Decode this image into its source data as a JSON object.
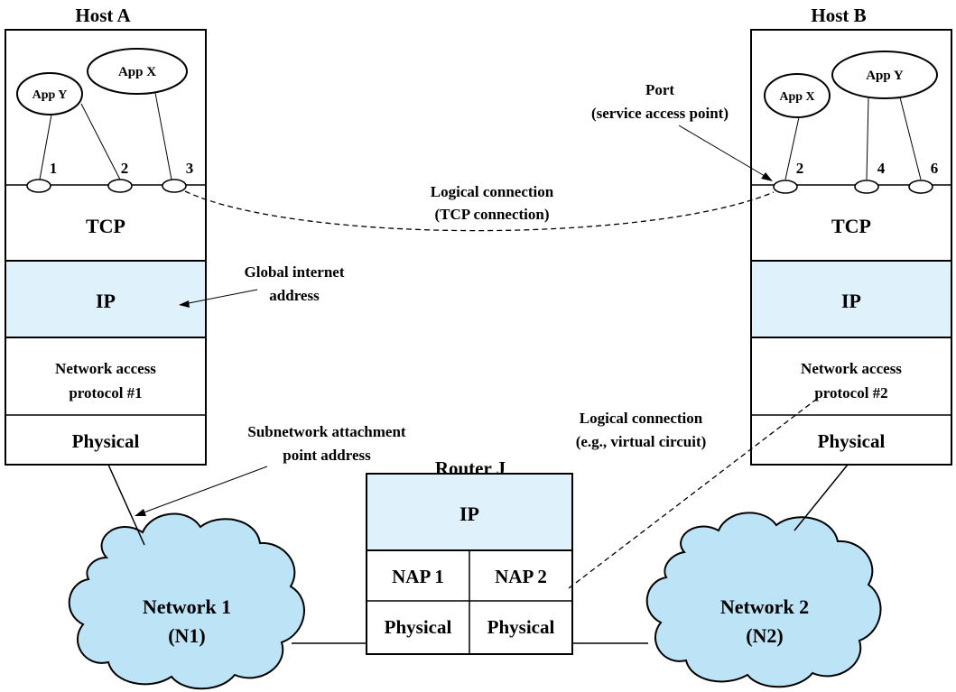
{
  "host_a": {
    "title": "Host A",
    "app_y": "App Y",
    "app_x": "App X",
    "ports": [
      "1",
      "2",
      "3"
    ],
    "tcp": "TCP",
    "ip": "IP",
    "nap_line1": "Network access",
    "nap_line2": "protocol #1",
    "physical": "Physical"
  },
  "host_b": {
    "title": "Host B",
    "app_x": "App X",
    "app_y": "App Y",
    "ports": [
      "2",
      "4",
      "6"
    ],
    "tcp": "TCP",
    "ip": "IP",
    "nap_line1": "Network access",
    "nap_line2": "protocol #2",
    "physical": "Physical"
  },
  "router": {
    "title": "Router J",
    "ip": "IP",
    "nap1": "NAP 1",
    "nap2": "NAP 2",
    "physical1": "Physical",
    "physical2": "Physical"
  },
  "network1": {
    "line1": "Network 1",
    "line2": "(N1)"
  },
  "network2": {
    "line1": "Network 2",
    "line2": "(N2)"
  },
  "labels": {
    "port_line1": "Port",
    "port_line2": "(service access point)",
    "logical_tcp_line1": "Logical connection",
    "logical_tcp_line2": "(TCP connection)",
    "global_line1": "Global internet",
    "global_line2": "address",
    "subnet_line1": "Subnetwork attachment",
    "subnet_line2": "point address",
    "logical_vc_line1": "Logical connection",
    "logical_vc_line2": "(e.g., virtual circuit)"
  },
  "colors": {
    "ip_fill": "#dff1fb",
    "cloud_fill": "#bde3f6"
  }
}
